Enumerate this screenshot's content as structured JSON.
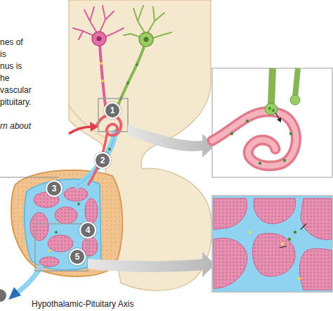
{
  "diagram": {
    "labels": [
      "nes of",
      "is",
      "nus is",
      "he",
      "vascular",
      "pituitary.",
      "rn about",
      "1",
      "2",
      "3",
      "4",
      "5",
      "Hypothalamic-Pituitary Axis"
    ]
  }
}
